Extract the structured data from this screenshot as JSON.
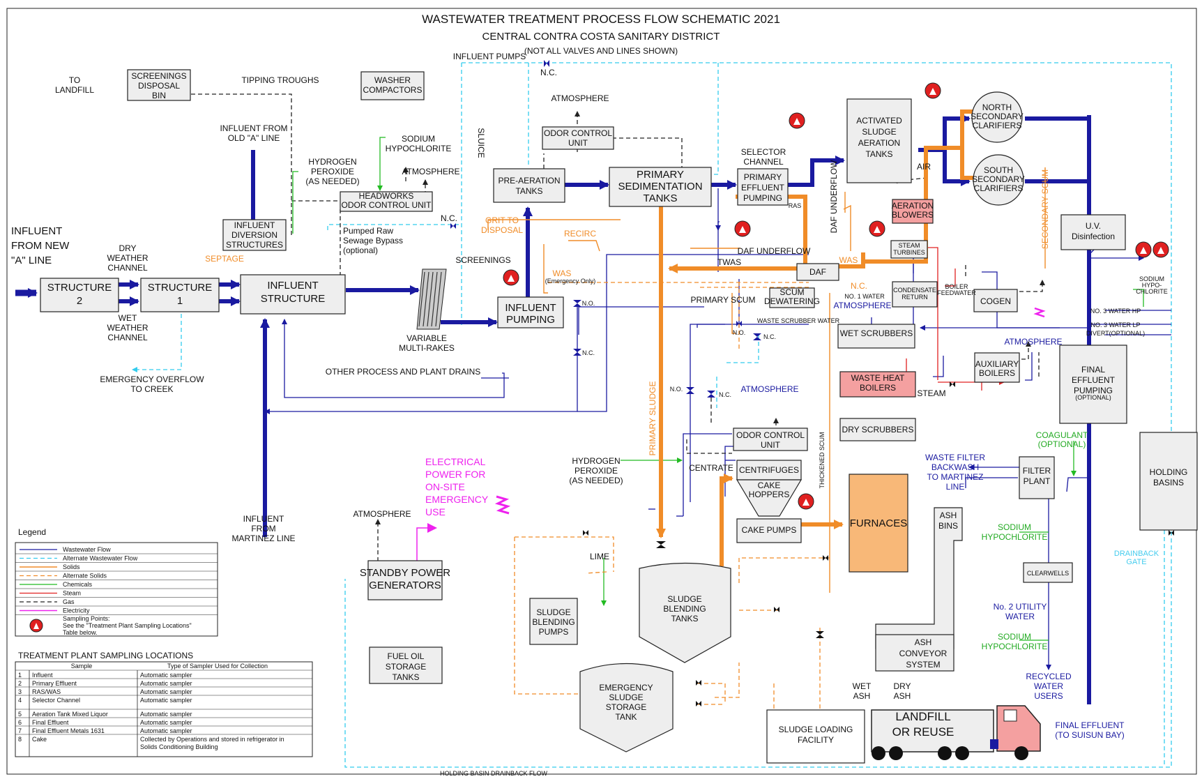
{
  "header": {
    "title": "WASTEWATER TREATMENT PROCESS FLOW SCHEMATIC 2021",
    "subtitle": "CENTRAL CONTRA COSTA SANITARY DISTRICT",
    "note": "(NOT ALL VALVES AND LINES SHOWN)"
  },
  "units": {
    "structure2": "STRUCTURE\n2",
    "structure1": "STRUCTURE\n1",
    "influent_structure": "INFLUENT\nSTRUCTURE",
    "screenings_bin": "SCREENINGS\nDISPOSAL\nBIN",
    "washer": "WASHER\nCOMPACTORS",
    "headworks_odor": "HEADWORKS\nODOR CONTROL UNIT",
    "diversion": "INFLUENT\nDIVERSION\nSTRUCTURES",
    "preaeration": "PRE-AERATION\nTANKS",
    "odor_control_top": "ODOR CONTROL\nUNIT",
    "primary_sed": "PRIMARY\nSEDIMENTATION\nTANKS",
    "primary_eff_pump": "PRIMARY\nEFFLUENT\nPUMPING",
    "activated_sludge": "ACTIVATED\nSLUDGE\nAERATION\nTANKS",
    "north_clar": "NORTH\nSECONDARY\nCLARIFIERS",
    "south_clar": "SOUTH\nSECONDARY\nCLARIFIERS",
    "aeration_blowers": "AERATION\nBLOWERS",
    "steam_turbines": "STEAM\nTURBINES",
    "uv": "U.V.\nDisinfection",
    "daf": "DAF",
    "scum_dewatering": "SCUM\nDEWATERING",
    "condensate_return": "CONDENSATE\nRETURN",
    "cogen": "COGEN",
    "influent_pumping": "INFLUENT\nPUMPING",
    "wet_scrubbers": "WET SCRUBBERS",
    "waste_heat_boilers": "WASTE HEAT\nBOILERS",
    "aux_boilers": "AUXILIARY\nBOILERS",
    "final_effluent_pumping": "FINAL\nEFFLUENT\nPUMPING",
    "final_effluent_optional": "(OPTIONAL)",
    "dry_scrubbers": "DRY SCRUBBERS",
    "odor_control_mid": "ODOR CONTROL\nUNIT",
    "centrifuges": "CENTRIFUGES",
    "cake_hoppers": "CAKE\nHOPPERS",
    "cake_pumps": "CAKE PUMPS",
    "furnaces": "FURNACES",
    "ash_bins": "ASH\nBINS",
    "filter_plant": "FILTER\nPLANT",
    "holding_basins": "HOLDING\nBASINS",
    "clearwells": "CLEARWELLS",
    "standby_power": "STANDBY POWER\nGENERATORS",
    "fuel_oil": "FUEL OIL\nSTORAGE\nTANKS",
    "sludge_blending_pumps": "SLUDGE\nBLENDING\nPUMPS",
    "sludge_blending_tanks": "SLUDGE\nBLENDING\nTANKS",
    "emergency_sludge": "EMERGENCY\nSLUDGE\nSTORAGE\nTANK",
    "sludge_loading": "SLUDGE LOADING\nFACILITY",
    "ash_conveyor": "ASH\nCONVEYOR\nSYSTEM",
    "landfill_truck": "LANDFILL\nOR REUSE",
    "multirakes": "VARIABLE\nMULTI-RAKES"
  },
  "labels": {
    "influent_new": "INFLUENT\nFROM NEW\n\"A\" LINE",
    "dry_weather": "DRY\nWEATHER\nCHANNEL",
    "wet_weather": "WET\nWEATHER\nCHANNEL",
    "emergency_overflow": "EMERGENCY OVERFLOW\nTO CREEK",
    "to_landfill": "TO\nLANDFILL",
    "tipping_troughs": "TIPPING TROUGHS",
    "influent_old": "INFLUENT FROM\nOLD \"A\" LINE",
    "hydrogen_peroxide_top": "HYDROGEN\nPEROXIDE\n(AS NEEDED)",
    "sodium_hypo_top": "SODIUM\nHYPOCHLORITE",
    "atmosphere_headworks": "ATMOSPHERE",
    "septage": "SEPTAGE",
    "pumped_raw": "Pumped Raw\nSewage Bypass\n(optional)",
    "nc_headworks": "N.C.",
    "sluice": "SLUICE",
    "screenings": "SCREENINGS",
    "influent_pumps": "INFLUENT PUMPS",
    "nc_top": "N.C.",
    "atmosphere_top": "ATMOSPHERE",
    "grit": "GRIT TO\nDISPOSAL",
    "recirc": "RECIRC",
    "was_emergency": "WAS",
    "was_emergency_sub": "(Emergency Only)",
    "selector_channel": "SELECTOR\nCHANNEL",
    "air": "AIR",
    "ras": "RAS",
    "daf_underflow_v": "DAF UNDERFLOW",
    "daf_underflow_h": "DAF UNDERFLOW",
    "twas": "TWAS",
    "was": "WAS",
    "nc_daf": "N.C.",
    "primary_scum": "PRIMARY SCUM",
    "no1_water": "NO. 1 WATER",
    "boiler_feedwater": "BOILER\nFEEDWATER",
    "atmosphere_mid": "ATMOSPHERE",
    "secondary_scum": "SECONDARY SCUM",
    "sodium_hypo_small": "SODIUM\nHYPO-\nCHLORITE",
    "no3_hp": "NO. 3 WATER HP",
    "no3_lp": "NO. 3 WATER LP",
    "divert": "DIVERT(OPTIONAL)",
    "waste_scrubber_water": "WASTE SCRUBBER WATER",
    "no_valve": "N.O.",
    "nc_valve": "N.C.",
    "atmosphere_aux": "ATMOSPHERE",
    "steam": "STEAM",
    "other_drains": "OTHER PROCESS AND PLANT DRAINS",
    "atmosphere_odor2": "ATMOSPHERE",
    "primary_sludge": "PRIMARY SLUDGE",
    "thickened_scum": "THICKENED SCUM",
    "centrate": "CENTRATE",
    "hydrogen_peroxide_mid": "HYDROGEN\nPEROXIDE\n(AS NEEDED)",
    "coagulant": "COAGULANT\n(OPTIONAL)",
    "waste_filter": "WASTE FILTER\nBACKWASH\nTO MARTINEZ\nLINE",
    "sodium_hypo_filter": "SODIUM\nHYPOCHLORITE",
    "sodium_hypo_recycled": "SODIUM\nHYPOCHLORITE",
    "no2_utility": "No. 2 UTILITY\nWATER",
    "recycled_users": "RECYCLED\nWATER\nUSERS",
    "final_effluent": "FINAL EFFLUENT\n(TO SUISUN BAY)",
    "drainback_gate": "DRAINBACK\nGATE",
    "holding_basin_drainback": "HOLDING BASIN DRAINBACK FLOW",
    "electrical": "ELECTRICAL\nPOWER FOR\nON-SITE\nEMERGENCY\nUSE",
    "atmosphere_standby": "ATMOSPHERE",
    "influent_martinez": "INFLUENT\nFROM\nMARTINEZ LINE",
    "lime": "LIME",
    "wet_ash": "WET\nASH",
    "dry_ash": "DRY\nASH"
  },
  "legend": {
    "title": "Legend",
    "items": [
      {
        "label": "Wastewater Flow",
        "style": "ww"
      },
      {
        "label": "Alternate Wastewater Flow",
        "style": "alt"
      },
      {
        "label": "Solids",
        "style": "sol"
      },
      {
        "label": "Alternate Solids",
        "style": "sola"
      },
      {
        "label": "Chemicals",
        "style": "chem"
      },
      {
        "label": "Steam",
        "style": "stm"
      },
      {
        "label": "Gas",
        "style": "gas"
      },
      {
        "label": "Electricity",
        "style": "ele"
      }
    ],
    "sampling_note": "Sampling Points:\nSee the \"Treatment Plant Sampling Locations\"\nTable below."
  },
  "sampling_table": {
    "title": "TREATMENT PLANT SAMPLING LOCATIONS",
    "headers": [
      "Sample",
      "Type of Sampler Used for Collection"
    ],
    "rows": [
      [
        "1",
        "Influent",
        "Automatic sampler"
      ],
      [
        "2",
        "Primary Effluent",
        "Automatic sampler"
      ],
      [
        "3",
        "RAS/WAS",
        "Automatic sampler"
      ],
      [
        "4",
        "Selector Channel",
        "Automatic sampler"
      ],
      [
        "5",
        "Aeration Tank Mixed Liquor",
        "Automatic sampler"
      ],
      [
        "6",
        "Final Effluent",
        "Automatic sampler"
      ],
      [
        "7",
        "Final Effluent Metals 1631",
        "Automatic sampler"
      ],
      [
        "8",
        "Cake",
        "Collected by Operations and stored in refrigerator in\nSolids Conditioning Building"
      ]
    ]
  },
  "colors": {
    "wastewater": "#1a1aa0",
    "alternate": "#33ccee",
    "solids": "#f08c28",
    "chemicals": "#22bb22",
    "steam": "#e02020",
    "electricity": "#ee22ee",
    "box_fill": "#eeeeee",
    "boiler_fill": "#f4a0a0",
    "furnace_fill": "#f8b878",
    "sample_red": "#e02020"
  }
}
